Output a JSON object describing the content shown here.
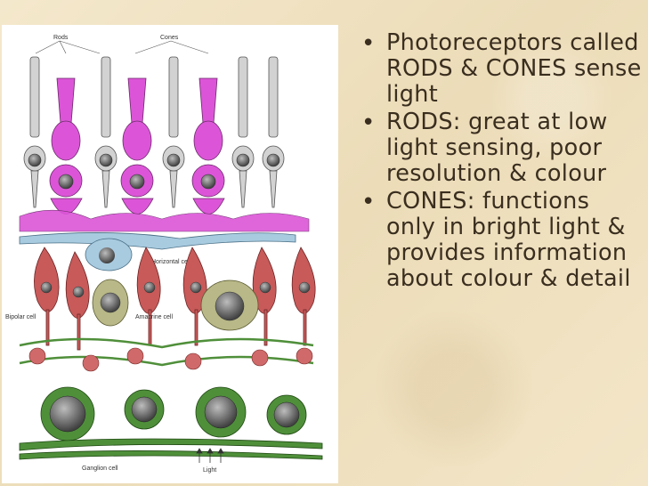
{
  "figure": {
    "labels": {
      "rods": "Rods",
      "cones": "Cones",
      "horizontal": "Horizontal cell",
      "bipolar": "Bipolar cell",
      "amacrine": "Amacrine cell",
      "ganglion": "Ganglion cell",
      "light": "Light"
    }
  },
  "bullets": [
    {
      "text": "Photoreceptors called RODS & CONES sense light"
    },
    {
      "text": "RODS: great at low light sensing, poor resolution & colour"
    },
    {
      "text": "CONES: functions only in bright light & provides information about colour & detail"
    }
  ],
  "colors": {
    "rod": "#c8c8c8",
    "cone": "#d84fd4",
    "horizontal": "#a8cbe0",
    "bipolar": "#c85a5a",
    "amacrine": "#b8b888",
    "ganglion": "#4f8f3a",
    "nucleus": "#5a5a5a"
  }
}
